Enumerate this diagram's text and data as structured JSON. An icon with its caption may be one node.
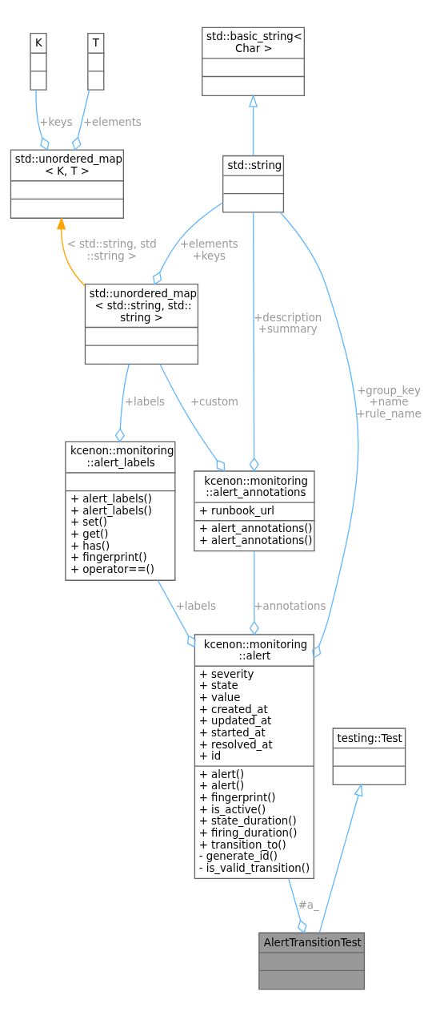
{
  "diagram": {
    "nodes": [
      {
        "text": [
          "K"
        ]
      },
      {
        "text": [
          "T"
        ]
      },
      {
        "text": [
          "std::basic_string< Char >"
        ]
      },
      {
        "text": [
          "std::unordered_map < K, T >"
        ]
      },
      {
        "text": [
          "std::string"
        ]
      },
      {
        "text": [
          "std::unordered_map < std::string, std:: string >"
        ]
      },
      {
        "text": [
          "kcenon::monitoring ::alert_labels",
          "+ alert_labels()",
          "+ alert_labels()",
          "+ set()",
          "+ get()",
          "+ has()",
          "+ fingerprint()",
          "+ operator==()"
        ]
      },
      {
        "text": [
          "kcenon::monitoring ::alert_annotations",
          "+ runbook_url",
          "+ alert_annotations()",
          "+ alert_annotations()"
        ]
      },
      {
        "text": [
          "testing::Test"
        ]
      },
      {
        "text": [
          "kcenon::monitoring ::alert",
          "+ severity",
          "+ state",
          "+ value",
          "+ created_at",
          "+ updated_at",
          "+ started_at",
          "+ resolved_at",
          "+ id",
          "+ alert()",
          "+ alert()",
          "+ fingerprint()",
          "+ is_active()",
          "+ state_duration()",
          "+ firing_duration()",
          "+ transition_to()",
          "- generate_id()",
          "- is_valid_transition()"
        ]
      },
      {
        "text": [
          "AlertTransitionTest"
        ]
      }
    ],
    "edges": [
      {
        "from": 3,
        "to": 0,
        "arrow": "other",
        "label": "+keys"
      },
      {
        "from": 3,
        "to": 1,
        "arrow": "other",
        "label": "+elements"
      },
      {
        "from": 4,
        "to": 2,
        "arrow": "to"
      },
      {
        "from": 5,
        "to": 3,
        "arrow": "to",
        "label": "< std::string, std ::string >",
        "color": "#ffa500"
      },
      {
        "from": 5,
        "to": 4,
        "arrow": "other",
        "label": "+elements +keys"
      },
      {
        "from": 6,
        "to": 5,
        "arrow": "other",
        "label": "+labels"
      },
      {
        "from": 7,
        "to": 5,
        "arrow": "other",
        "label": "+custom"
      },
      {
        "from": 7,
        "to": 4,
        "arrow": "other",
        "label": "+description +summary"
      },
      {
        "from": 9,
        "to": 6,
        "arrow": "other",
        "label": "+labels"
      },
      {
        "from": 9,
        "to": 7,
        "arrow": "other",
        "label": "+annotations"
      },
      {
        "from": 9,
        "to": 4,
        "arrow": "other",
        "label": "+group_key +name +rule_name"
      },
      {
        "from": 10,
        "to": 8,
        "arrow": "to"
      },
      {
        "from": 10,
        "to": 9,
        "arrow": "other",
        "label": "#a_"
      }
    ]
  }
}
